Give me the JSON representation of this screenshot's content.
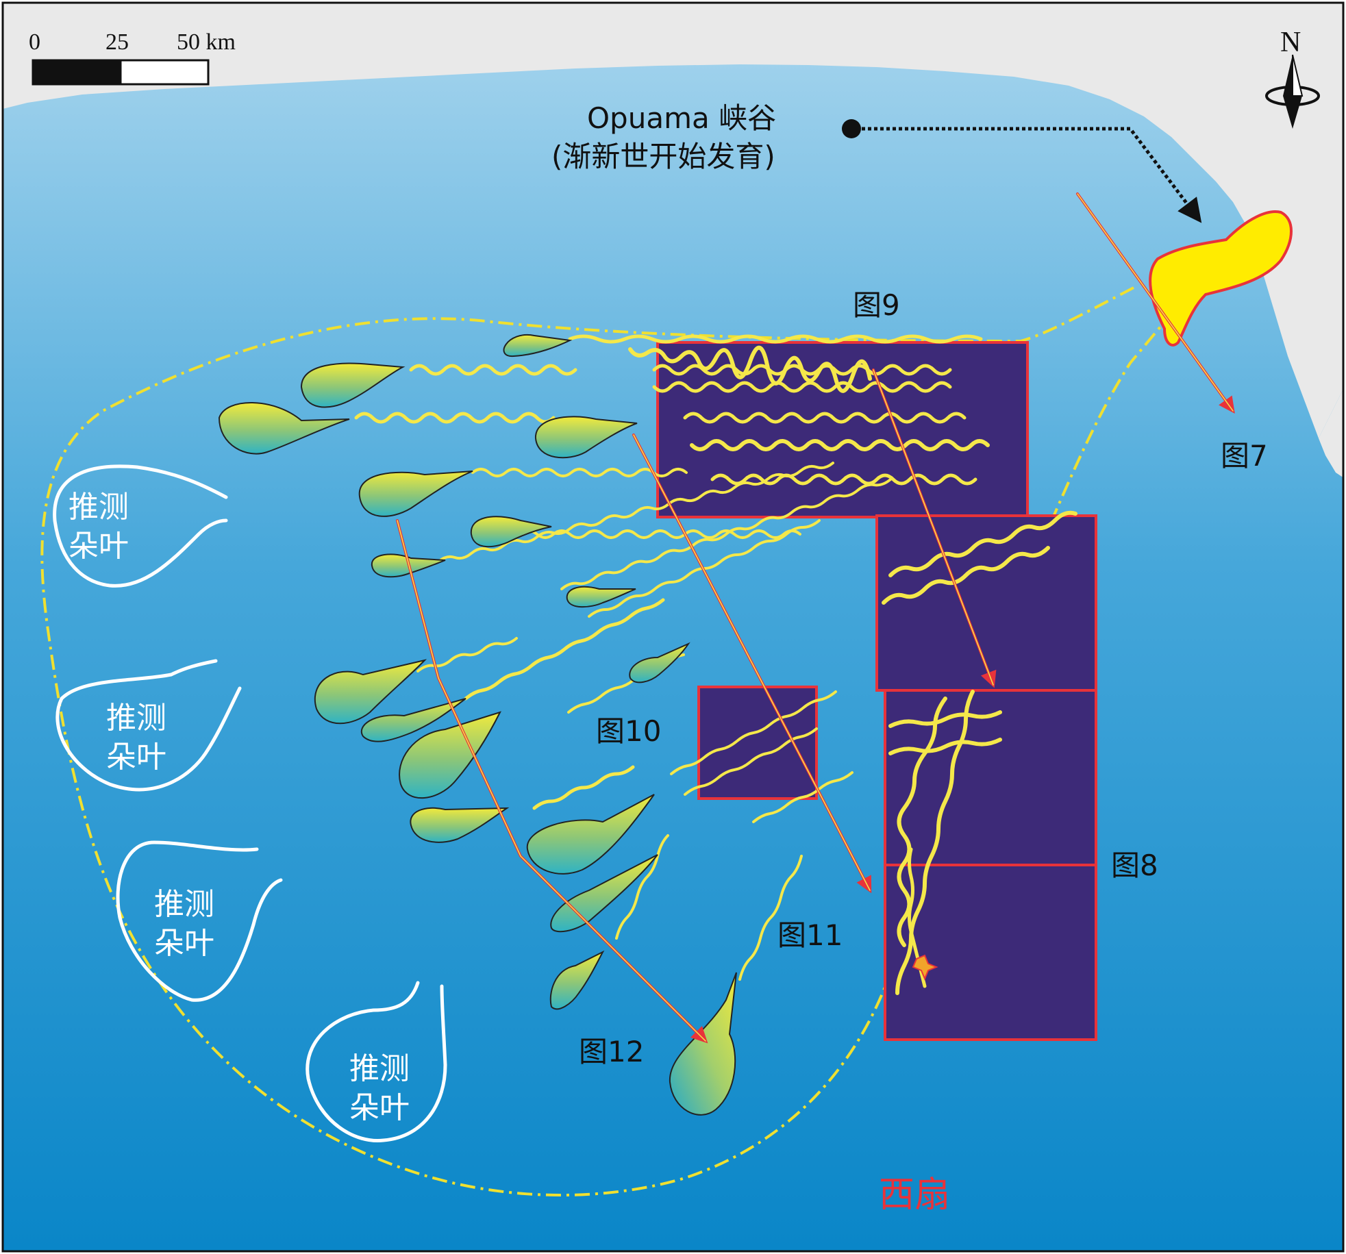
{
  "scale_bar": {
    "ticks": [
      "0",
      "25",
      "50 km"
    ]
  },
  "north": {
    "label": "N"
  },
  "canyon": {
    "name": "Opuama 峡谷",
    "note": "(渐新世开始发育)"
  },
  "figure_labels": {
    "fig7": "图7",
    "fig8": "图8",
    "fig9": "图9",
    "fig10": "图10",
    "fig11": "图11",
    "fig12": "图12"
  },
  "lobes": [
    {
      "line1": "推测",
      "line2": "朵叶"
    },
    {
      "line1": "推测",
      "line2": "朵叶"
    },
    {
      "line1": "推测",
      "line2": "朵叶"
    },
    {
      "line1": "推测",
      "line2": "朵叶"
    }
  ],
  "fan": {
    "label": "西扇"
  },
  "colors": {
    "land": "#e9e9e9",
    "sea_shallow": "#a9d6ee",
    "sea_deep": "#0a86c8",
    "survey_fill": "#3d2a78",
    "survey_border": "#e8333a",
    "channel": "#f5e84a",
    "arrow": "#e8333a",
    "fan_outline": "#f0e030",
    "fan_label": "#e8333a"
  }
}
